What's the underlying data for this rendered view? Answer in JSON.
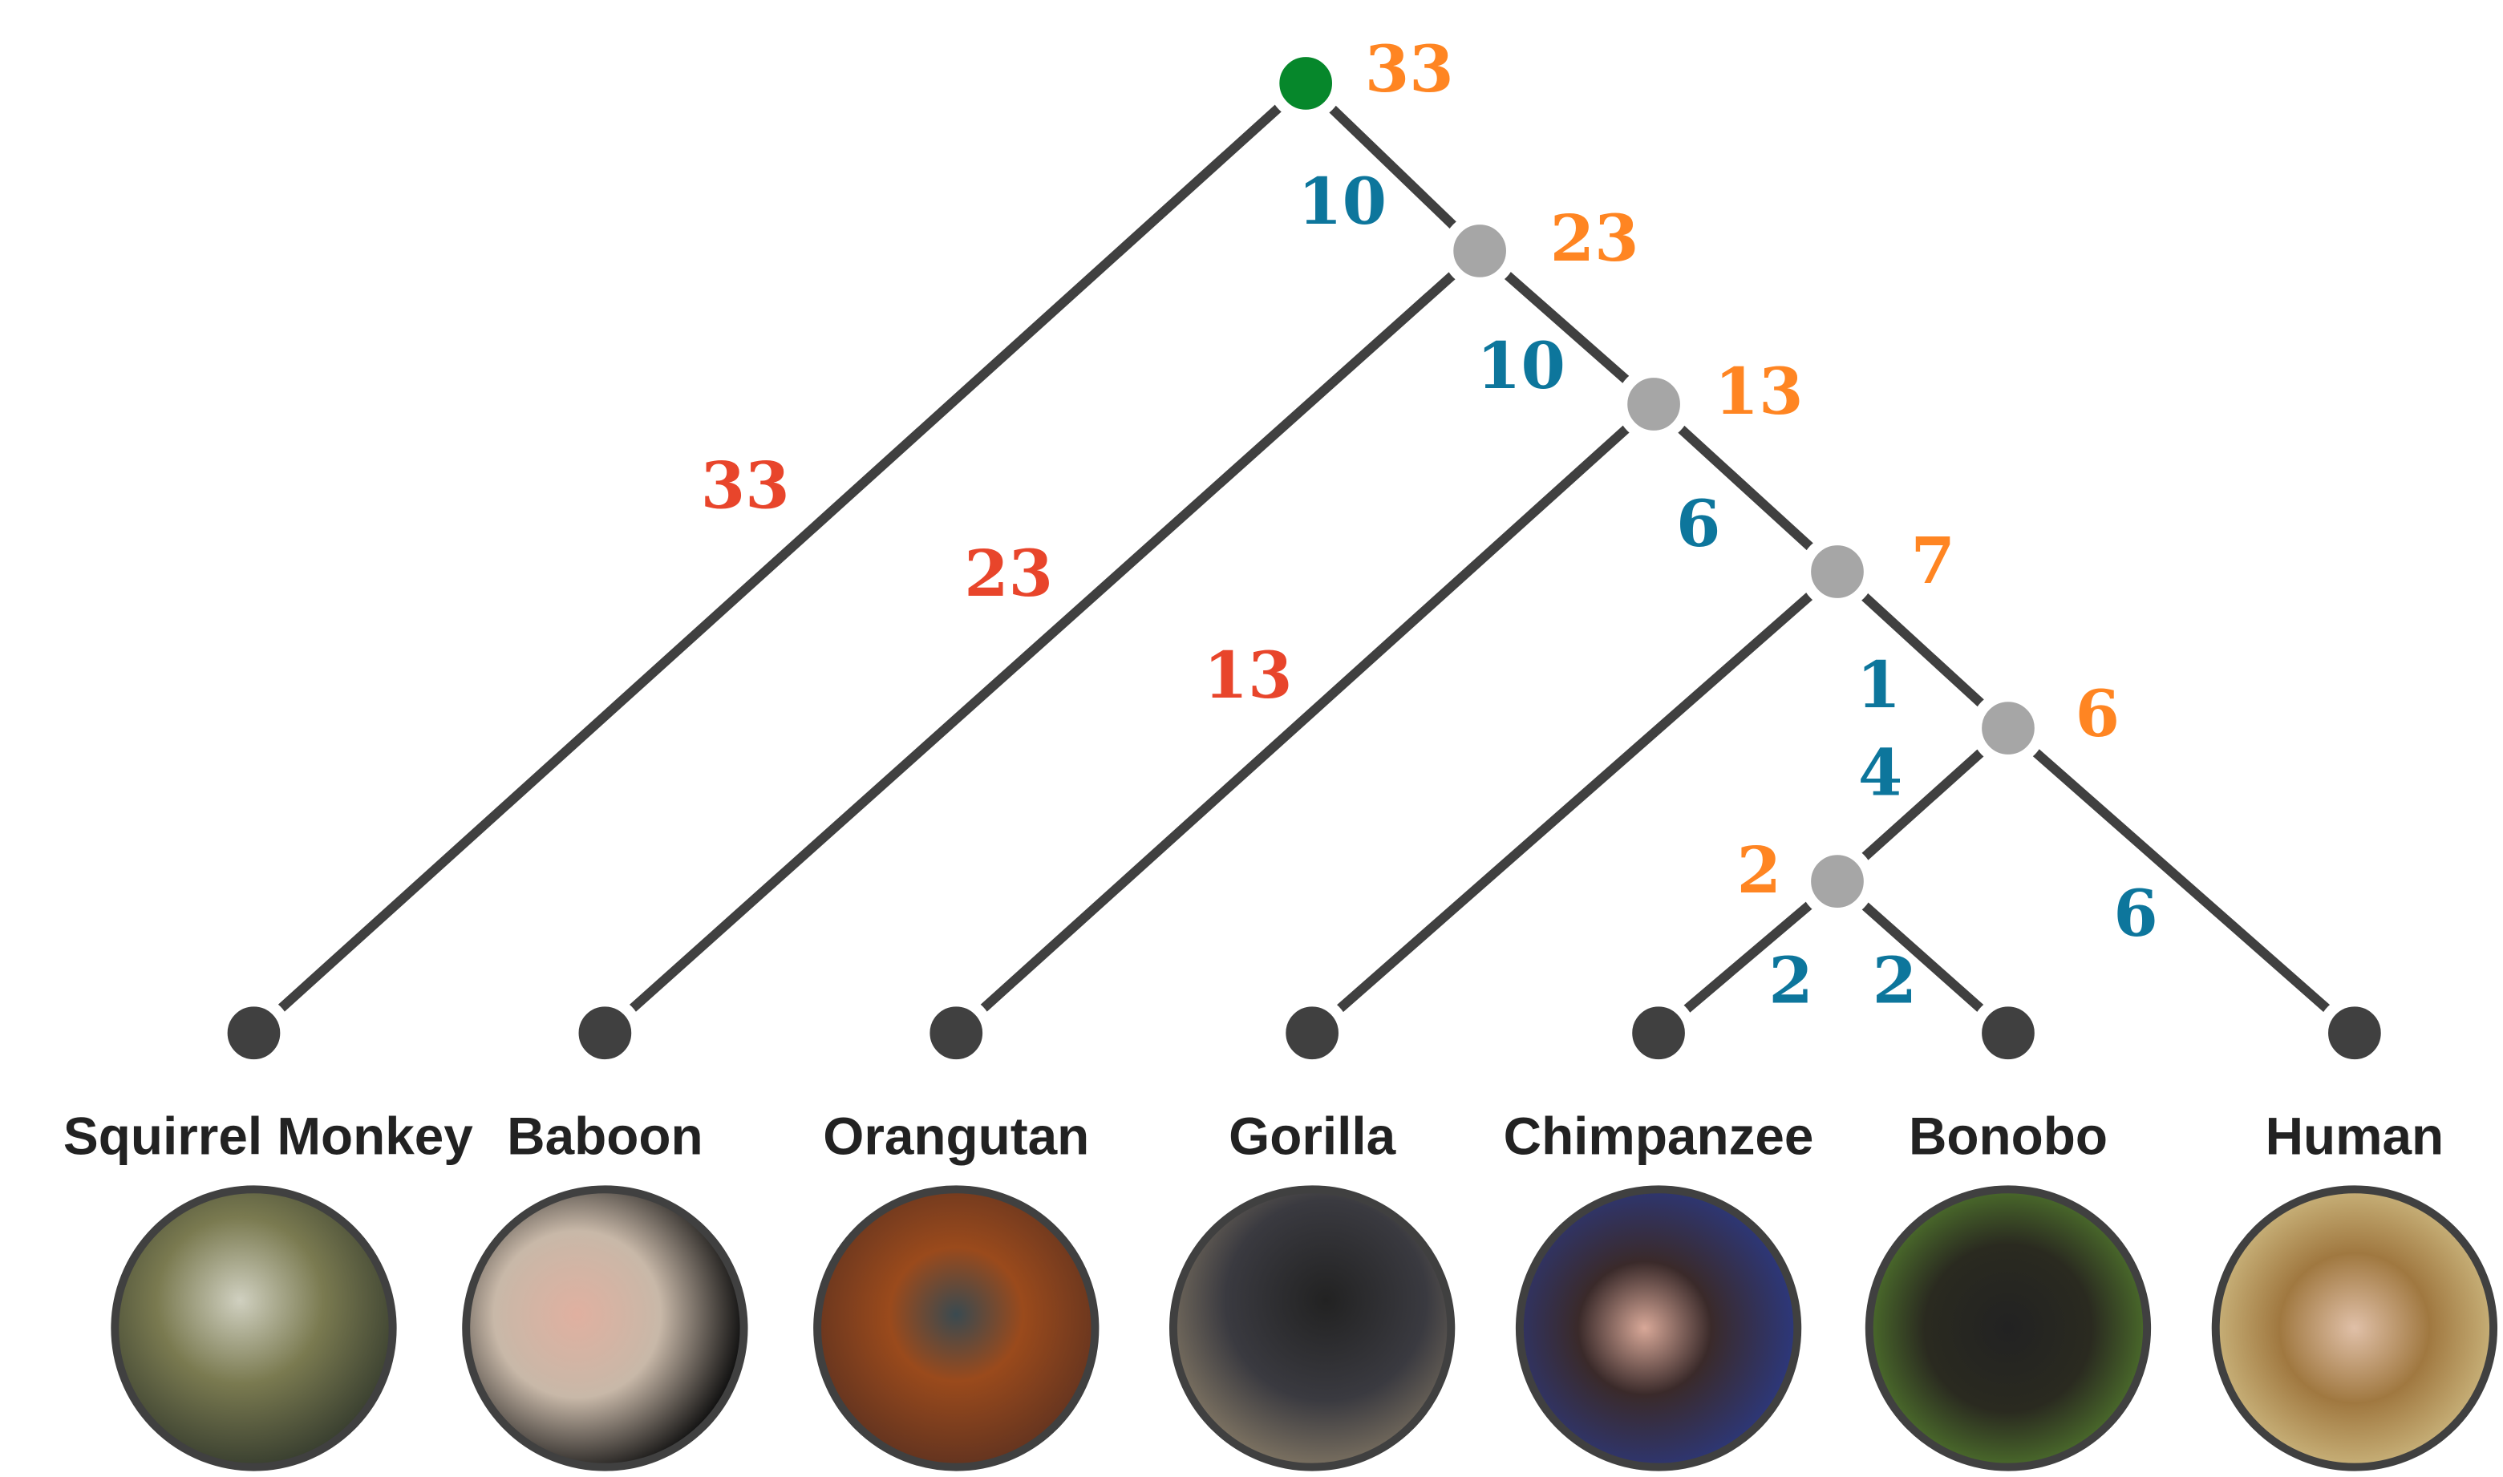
{
  "colors": {
    "root_node": "#06872b",
    "internal_node": "#a6a6a6",
    "leaf_node": "#404040",
    "edge": "#404040",
    "node_height_label": "#ff8522",
    "branch_length_label": "#0d769c",
    "leaf_branch_label": "#e8452b"
  },
  "node_heights": [
    "33",
    "23",
    "13",
    "7",
    "6",
    "2"
  ],
  "branch_lengths": [
    "10",
    "10",
    "6",
    "1",
    "4",
    "2",
    "2",
    "6"
  ],
  "leaf_branch_lengths": [
    "33",
    "23",
    "13"
  ],
  "leaves": [
    {
      "name": "Squirrel Monkey",
      "photo_color": "#7a7a50"
    },
    {
      "name": "Baboon",
      "photo_color": "#c8b8a8"
    },
    {
      "name": "Orangutan",
      "photo_color": "#9a4a1c"
    },
    {
      "name": "Gorilla",
      "photo_color": "#3a3a40"
    },
    {
      "name": "Chimpanzee",
      "photo_color": "#2a3a6a"
    },
    {
      "name": "Bonobo",
      "photo_color": "#3a5a20"
    },
    {
      "name": "Human",
      "photo_color": "#d8c890"
    }
  ]
}
